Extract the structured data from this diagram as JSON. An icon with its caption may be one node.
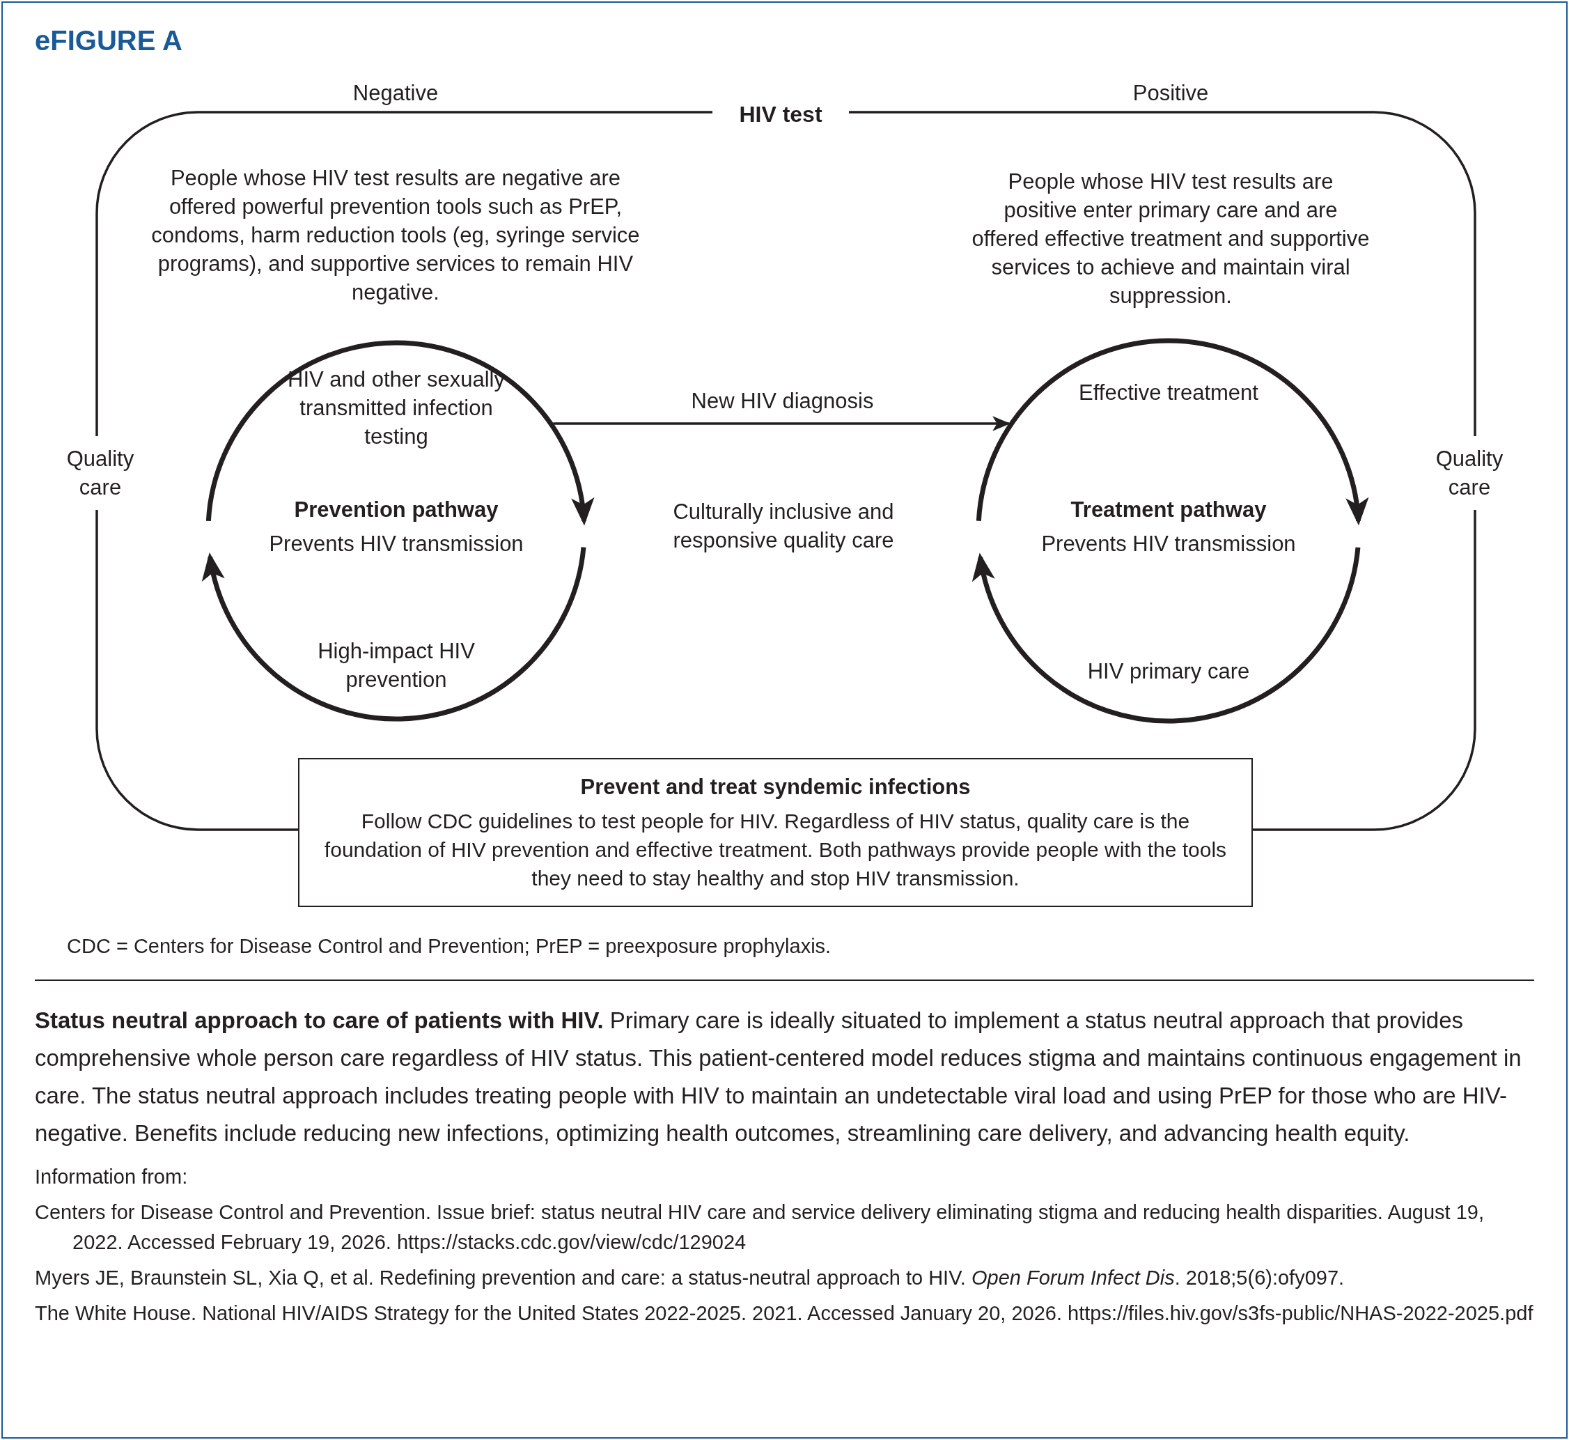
{
  "diagram": {
    "title": "eFIGURE A",
    "caption": "**Status neutral approach to care of patients with HIV.** Primary care is ideally situated to implement a status neutral approach that provides comprehensive whole person care regardless of HIV status. This patient-centered model reduces stigma and maintains continuous engagement in care. The status neutral approach includes treating people with HIV to maintain an undetectable viral load and using PrEP for those who are HIV-negative. Benefits include reducing new infections, optimizing health outcomes, streamlining care delivery, and advancing health equity.",
    "nodes": [
      {
        "text": [
          "HIV test"
        ]
      },
      {
        "text": [
          "HIV and other sexually transmitted infection testing",
          "Prevention pathway",
          "Prevents HIV transmission",
          "High-impact HIV prevention"
        ]
      },
      {
        "text": [
          "Effective treatment",
          "Treatment pathway",
          "Prevents HIV transmission",
          "HIV primary care"
        ]
      },
      {
        "text": [
          "Prevent and treat syndemic infections",
          "Follow CDC guidelines to test people for HIV. Regardless of HIV status, quality care is the foundation of HIV prevention and effective treatment. Both pathways provide people with the tools they need to stay healthy and stop HIV transmission."
        ]
      }
    ],
    "edges": [
      {
        "from": 0,
        "to": 3,
        "arrow": "none"
      },
      {
        "from": 0,
        "to": 3,
        "arrow": "none"
      },
      {
        "from": 1,
        "to": 2,
        "arrow": "to",
        "label": "New HIV diagnosis"
      }
    ],
    "labels": [
      "Negative",
      "Positive",
      "People whose HIV test results are negative are offered powerful prevention tools such as PrEP, condoms, harm reduction tools (eg, syringe service programs), and supportive services to remain HIV negative.",
      "People whose HIV test results are positive enter primary care and are offered effective treatment and supportive services to achieve and maintain viral suppression.",
      "Quality care",
      "Culturally inclusive and responsive quality care",
      "Quality care",
      "CDC = Centers for Disease Control and Prevention; PrEP = preexposure prophylaxis.",
      "Information from:",
      "Centers for Disease Control and Prevention. Issue brief: status neutral HIV care and service delivery eliminating stigma and reducing health disparities. August 19, 2022. Accessed February 19, 2026. https://stacks.cdc.gov/view/cdc/129024",
      "Myers JE, Braunstein SL, Xia Q, et al. Redefining prevention and care: a status-neutral approach to HIV. *Open Forum Infect Dis*. 2018;5(6):ofy097.",
      "The White House. National HIV/AIDS Strategy for the United States 2022-2025. 2021. Accessed January 20, 2026. https://files.hiv.gov/s3fs-public/NHAS-2022-2025.pdf"
    ]
  }
}
